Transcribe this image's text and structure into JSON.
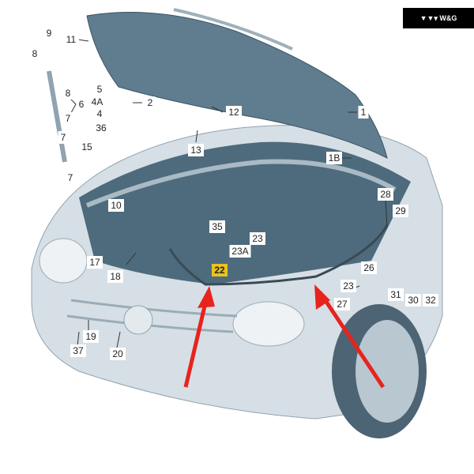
{
  "logo": {
    "text": "▼▼▾ W&G"
  },
  "colors": {
    "hood": "#5f7d8e",
    "bay": "#4d6b7c",
    "body": "#d6dfe5",
    "arrow": "#e8231d",
    "highlight": "#e9c21f"
  },
  "callouts": {
    "p1": "1",
    "p1B": "1B",
    "p2": "2",
    "p4": "4",
    "p4A": "4A",
    "p5": "5",
    "p6": "6",
    "p7a": "7",
    "p7b": "7",
    "p7c": "7",
    "p8a": "8",
    "p8b": "8",
    "p9": "9",
    "p10": "10",
    "p11": "11",
    "p12": "12",
    "p13": "13",
    "p15": "15",
    "p17": "17",
    "p18": "18",
    "p19": "19",
    "p20": "20",
    "p22": "22",
    "p23a": "23",
    "p23A": "23A",
    "p23b": "23",
    "p26": "26",
    "p27": "27",
    "p28": "28",
    "p29": "29",
    "p30": "30",
    "p31": "31",
    "p32": "32",
    "p35": "35",
    "p36": "36",
    "p37": "37"
  }
}
